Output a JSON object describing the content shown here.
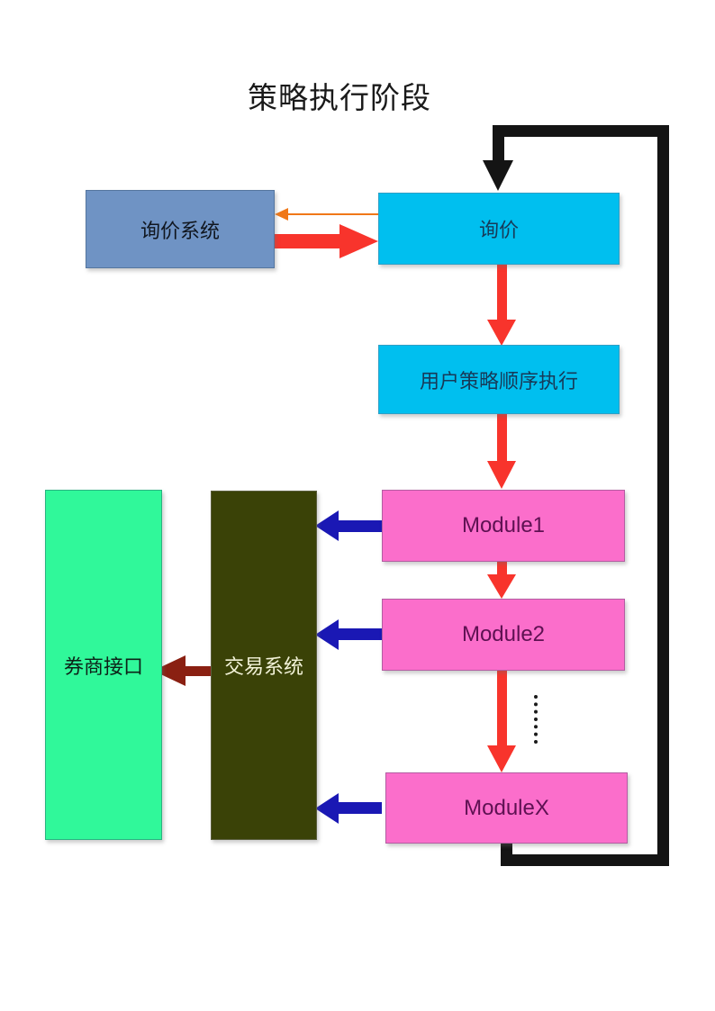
{
  "page": {
    "title": "策略执行阶段",
    "background": "#ffffff"
  },
  "nodes": {
    "inquiry_system": {
      "label": "询价系统",
      "fill": "#6f93c4",
      "text_color": "#10161f"
    },
    "inquiry": {
      "label": "询价",
      "fill": "#00bfef",
      "text_color": "#173a58"
    },
    "user_strategy": {
      "label": "用户策略顺序执行",
      "fill": "#00bfef",
      "text_color": "#173a58"
    },
    "module1": {
      "label": "Module1",
      "fill": "#fb6ecb",
      "text_color": "#5e1152"
    },
    "module2": {
      "label": "Module2",
      "fill": "#fb6ecb",
      "text_color": "#5e1152"
    },
    "moduleX": {
      "label": "ModuleX",
      "fill": "#fb6ecb",
      "text_color": "#5e1152"
    },
    "broker_interface": {
      "label": "券商接口",
      "fill": "#30f89a",
      "text_color": "#0d2218"
    },
    "trading_system": {
      "label": "交易系统",
      "fill": "#3a4207",
      "text_color": "#f2f2d8"
    }
  },
  "arrows": {
    "red": "#f8342c",
    "orange": "#f07818",
    "blue": "#1a18b4",
    "dark_red": "#8a2012",
    "black": "#141414"
  }
}
